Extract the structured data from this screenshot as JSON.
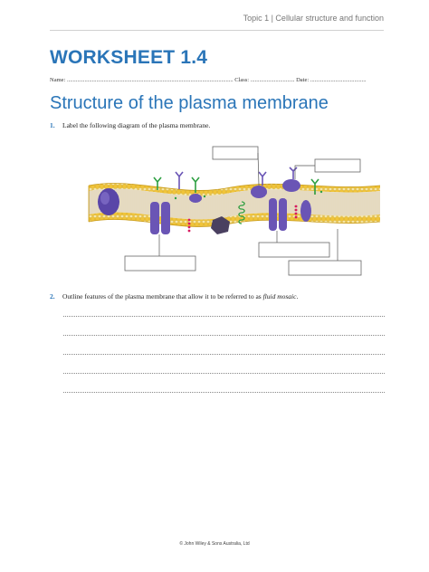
{
  "header": {
    "topic": "Topic 1 | Cellular structure and function"
  },
  "worksheet": {
    "title": "WORKSHEET 1.4"
  },
  "form": {
    "line": "Name: ................................................................................................................. Class: .............................. Date: ......................................"
  },
  "section": {
    "title": "Structure of the plasma membrane"
  },
  "questions": [
    {
      "number": "1.",
      "text": "Label the following diagram of the plasma membrane."
    },
    {
      "number": "2.",
      "text_before": "Outline features of the plasma membrane that allow it to be referred to as ",
      "text_italic": "fluid mosaic",
      "text_after": "."
    }
  ],
  "footer": {
    "text": "© John Wiley & Sons Australia, Ltd"
  },
  "colors": {
    "accent": "#2a75b8",
    "lipid_head": "#f0c43a",
    "protein": "#6a55b5",
    "glycoprotein": "#2ea043",
    "cholesterol": "#d81b60"
  }
}
